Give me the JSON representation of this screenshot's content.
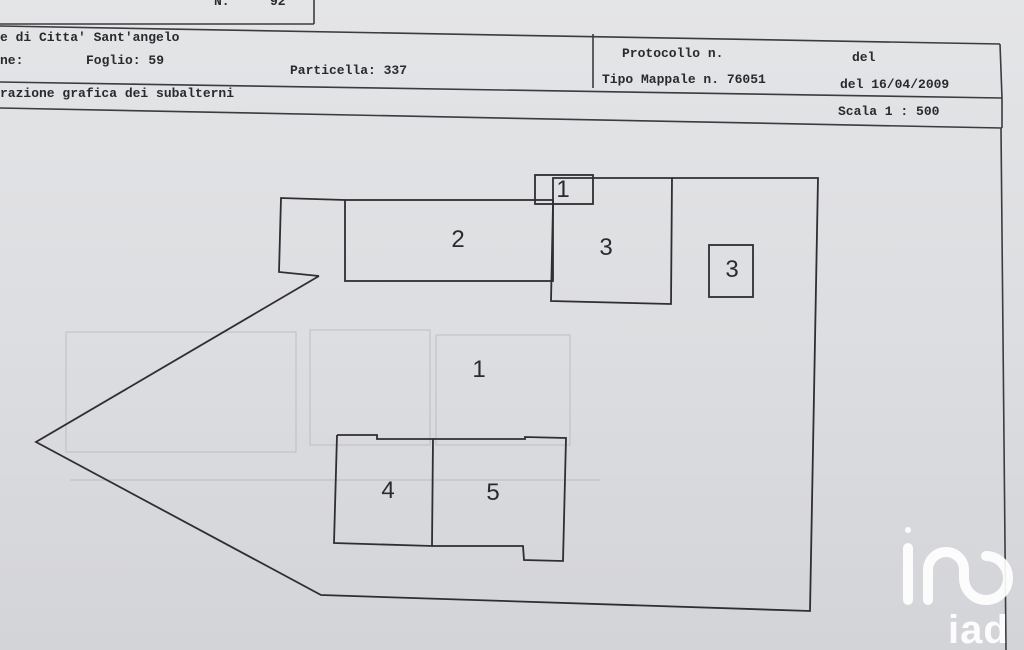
{
  "header": {
    "top_left_fragment": "N.",
    "top_left_number": "92",
    "comune": "e di Citta' Sant'angelo",
    "sezione_label": "ne:",
    "foglio": "Foglio: 59",
    "particella": "Particella: 337",
    "protocollo": "Protocollo n.",
    "del_label": "del",
    "tipo_mappale": "Tipo Mappale n. 76051",
    "del_date": "del 16/04/2009",
    "elaborazione": "razione grafica dei subalterni",
    "scala": "Scala 1 : 500"
  },
  "plan": {
    "units": [
      {
        "id": "unit-1-small",
        "label": "1"
      },
      {
        "id": "unit-2",
        "label": "2"
      },
      {
        "id": "unit-3-main",
        "label": "3"
      },
      {
        "id": "unit-3-small",
        "label": "3"
      },
      {
        "id": "unit-1-yard",
        "label": "1"
      },
      {
        "id": "unit-4",
        "label": "4"
      },
      {
        "id": "unit-5",
        "label": "5"
      }
    ]
  },
  "watermark": {
    "brand": "iad",
    "color": "#ffffff"
  }
}
